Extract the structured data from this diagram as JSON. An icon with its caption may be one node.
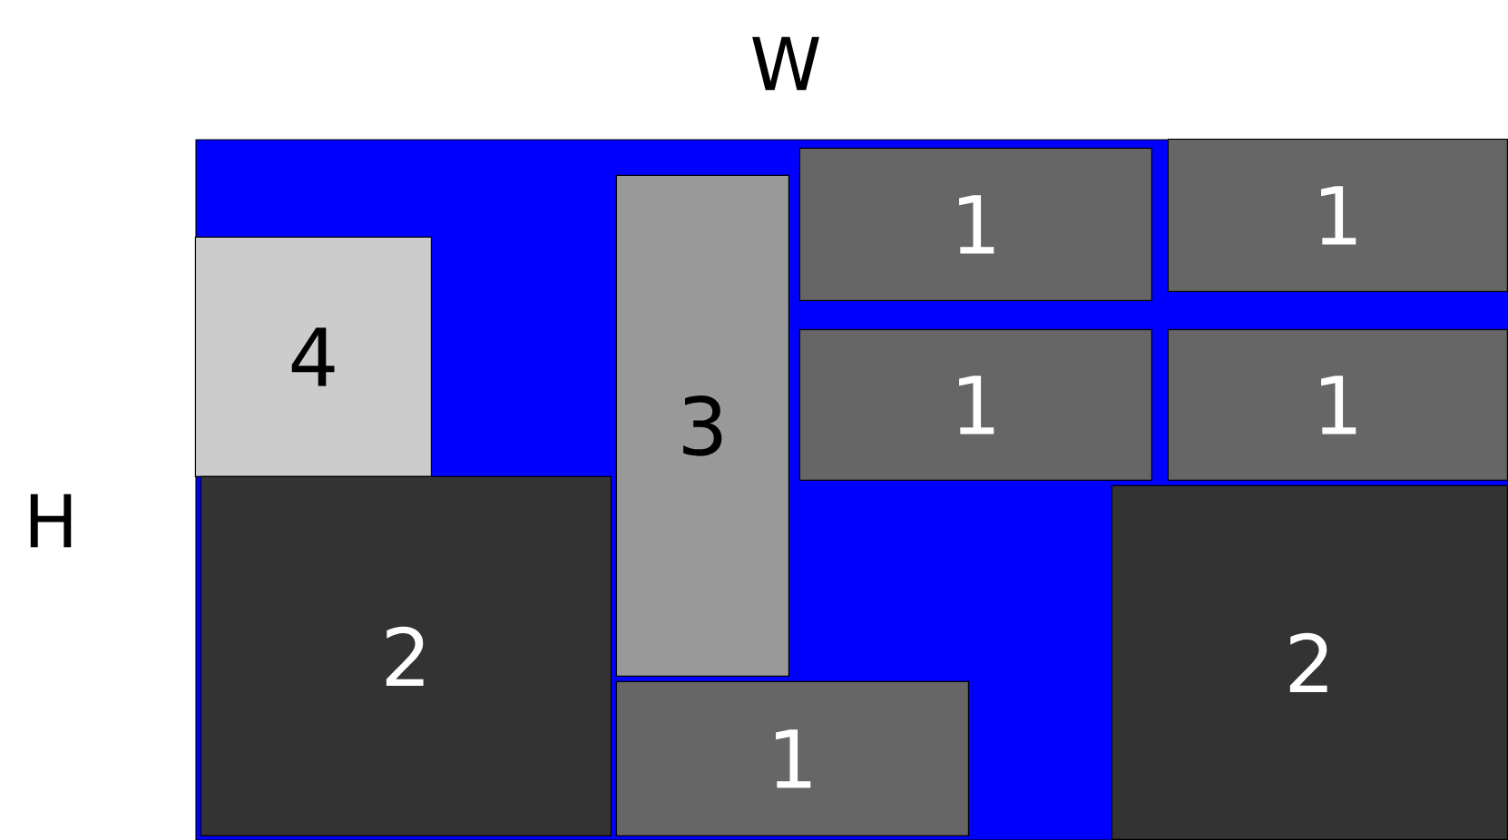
{
  "diagram": {
    "nodes": [
      {
        "text": [],
        "shape": "box"
      },
      {
        "text": [
          "1"
        ],
        "in": 0
      },
      {
        "text": [
          "1"
        ],
        "in": 0
      },
      {
        "text": [
          "3"
        ],
        "in": 0
      },
      {
        "text": [
          "4"
        ],
        "in": 0
      },
      {
        "text": [
          "1"
        ],
        "in": 0
      },
      {
        "text": [
          "1"
        ],
        "in": 0
      },
      {
        "text": [
          "2"
        ],
        "in": 0
      },
      {
        "text": [
          "2"
        ],
        "in": 0
      },
      {
        "text": [
          "1"
        ],
        "in": 0
      }
    ],
    "labels": [
      "W",
      "H"
    ]
  }
}
